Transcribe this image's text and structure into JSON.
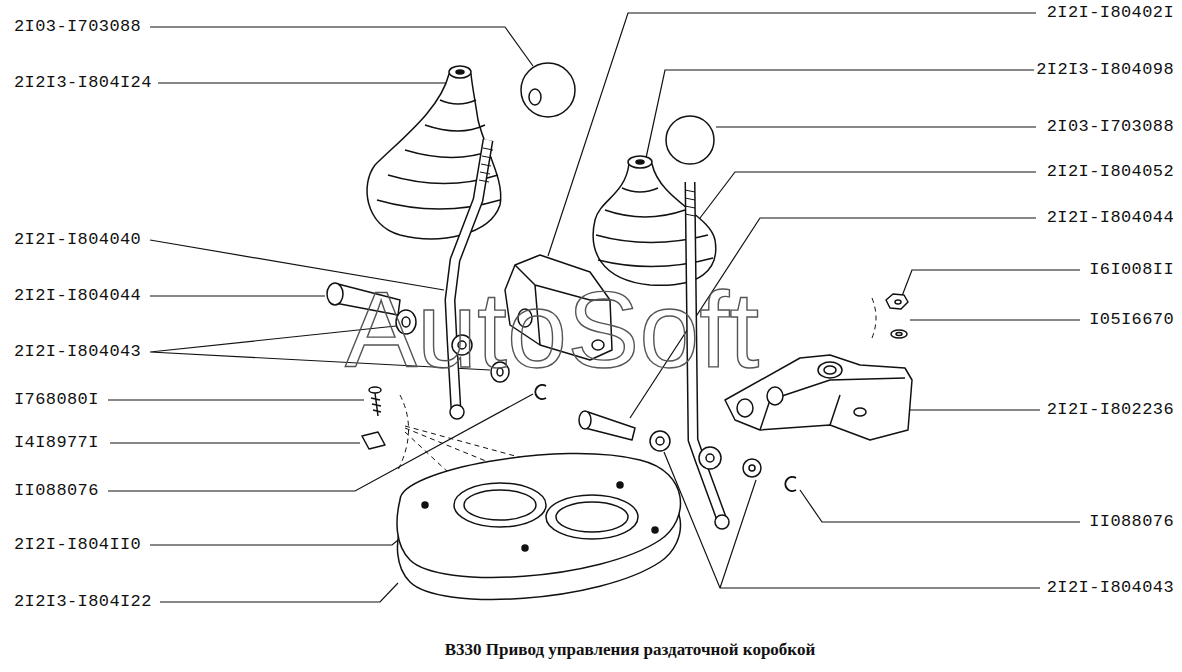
{
  "diagram": {
    "caption": "В330 Привод управления раздаточной коробкой",
    "labels": [
      "2I03-I703088",
      "2I2I3-I804I24",
      "2I2I-I804040",
      "2I2I-I804044",
      "2I2I-I804043",
      "I768080I",
      "I4I8977I",
      "II088076",
      "2I2I-I804II0",
      "2I2I3-I804I22",
      "2I2I-I80402I",
      "2I2I3-I804098",
      "2I03-I703088",
      "2I2I-I804052",
      "2I2I-I804044",
      "I6I008II",
      "I05I6670",
      "2I2I-I802236",
      "II088076",
      "2I2I-I804043",
      "AutoSoft"
    ]
  }
}
